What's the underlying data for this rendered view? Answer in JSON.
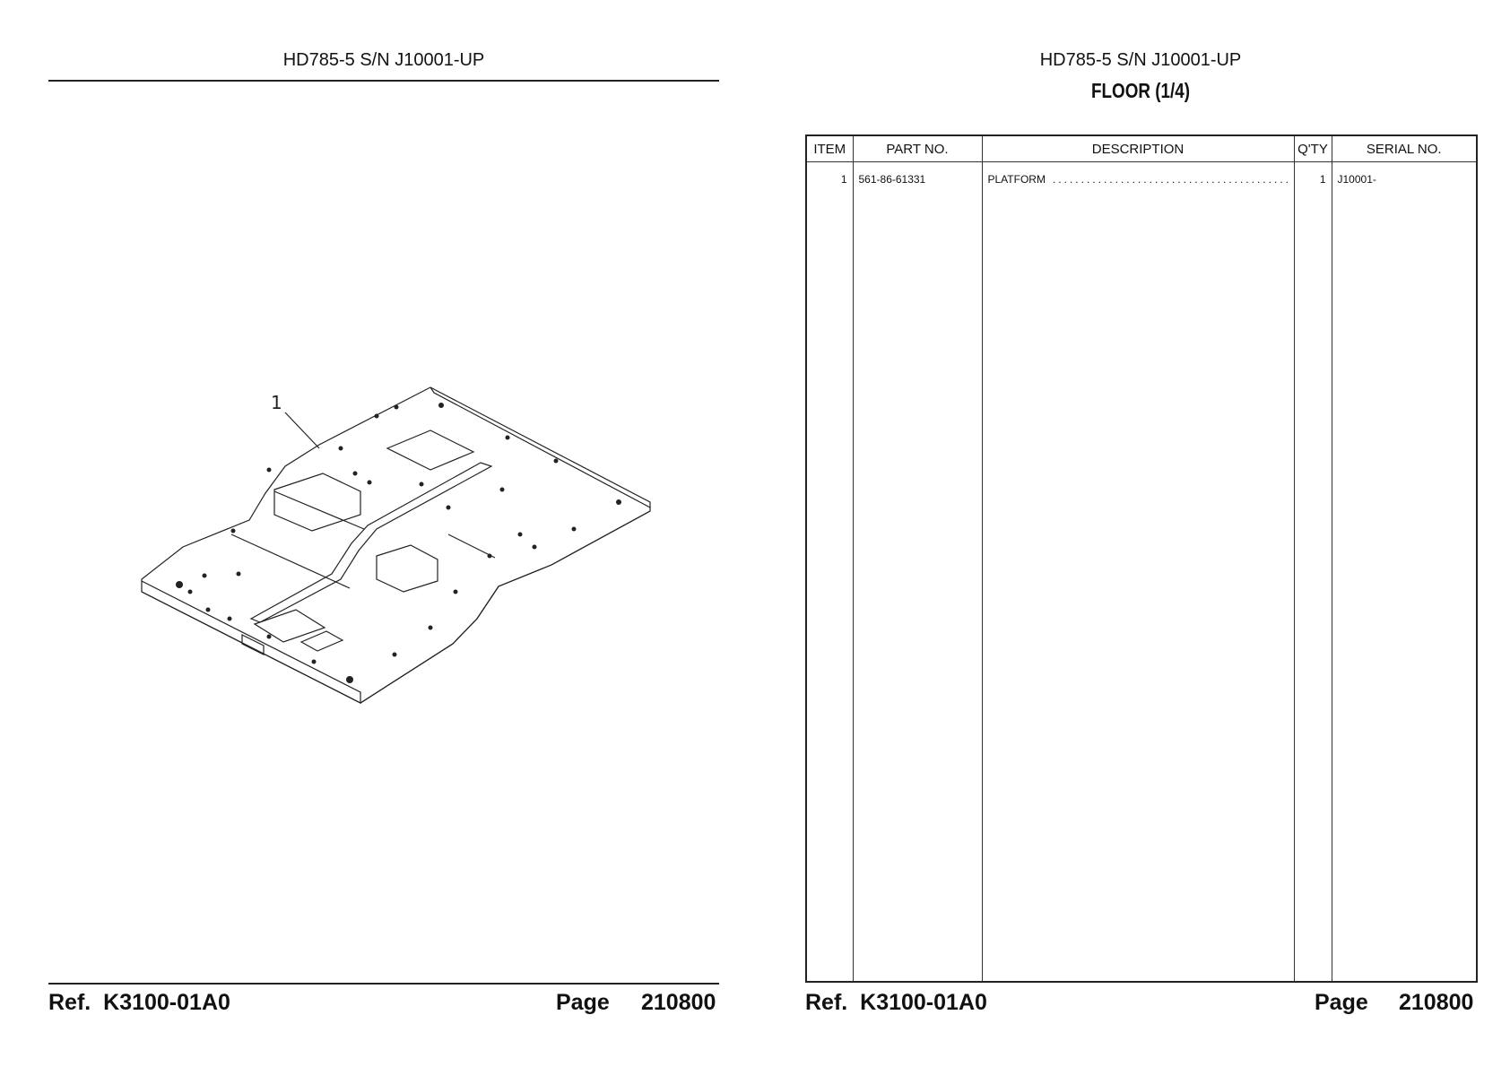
{
  "left_page": {
    "header": "HD785-5 S/N J10001-UP",
    "callout": "1",
    "footer": {
      "ref_label": "Ref.",
      "ref": "K3100-01A0",
      "page_label": "Page",
      "page": "210800"
    }
  },
  "right_page": {
    "header": "HD785-5 S/N J10001-UP",
    "title": "FLOOR (1/4)",
    "table": {
      "columns": [
        "ITEM",
        "PART NO.",
        "DESCRIPTION",
        "Q'TY",
        "SERIAL NO."
      ],
      "rows": [
        {
          "item": "1",
          "part_no": "561-86-61331",
          "description": "PLATFORM",
          "qty": "1",
          "serial": "J10001-"
        }
      ]
    },
    "footer": {
      "ref_label": "Ref.",
      "ref": "K3100-01A0",
      "page_label": "Page",
      "page": "210800"
    }
  }
}
